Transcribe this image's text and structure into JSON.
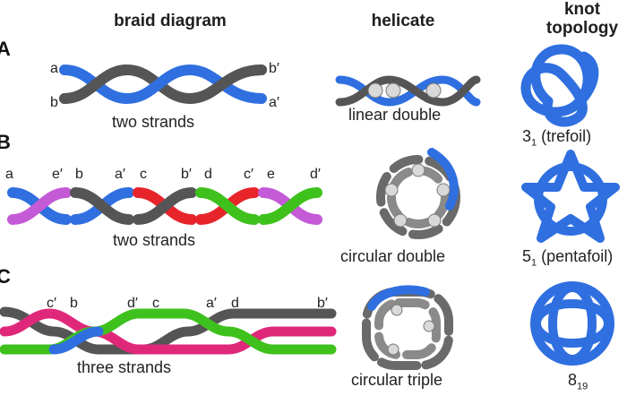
{
  "headers": {
    "braid": "braid diagram",
    "helicate": "helicate",
    "knot_line1": "knot",
    "knot_line2": "topology"
  },
  "rows": [
    {
      "letter": "A",
      "braid_label": "two strands",
      "ends": [
        "a",
        "b",
        "b′",
        "a′"
      ],
      "helicate_label": "linear double",
      "knot_main": "3",
      "knot_sub": "1",
      "knot_name": "(trefoil)"
    },
    {
      "letter": "B",
      "braid_label": "two strands",
      "ends": [
        "a",
        "e′",
        "b",
        "a′",
        "c",
        "b′",
        "d",
        "c′",
        "e",
        "d′"
      ],
      "helicate_label": "circular double",
      "knot_main": "5",
      "knot_sub": "1",
      "knot_name": "(pentafoil)"
    },
    {
      "letter": "C",
      "braid_label": "three strands",
      "ends": [
        "c′",
        "b",
        "d′",
        "c",
        "a′",
        "d",
        "b′"
      ],
      "helicate_label": "circular triple",
      "knot_main": "8",
      "knot_sub": "19",
      "knot_name": ""
    }
  ],
  "colors": {
    "blue": "#2f6fe0",
    "gray": "#555555",
    "red": "#e8242b",
    "green": "#3fc11d",
    "magenta": "#c45ad6",
    "pink": "#e0287a",
    "ball": "#d9d9d9"
  }
}
